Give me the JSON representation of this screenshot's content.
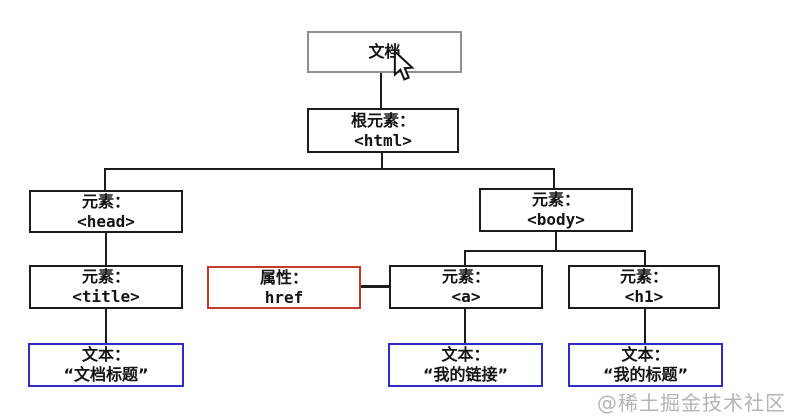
{
  "diagram": {
    "type": "dom-tree",
    "nodes": {
      "document": {
        "line1": "文档",
        "line2": ""
      },
      "html": {
        "line1": "根元素：",
        "line2": "<html>"
      },
      "head": {
        "line1": "元素：",
        "line2": "<head>"
      },
      "body": {
        "line1": "元素：",
        "line2": "<body>"
      },
      "title": {
        "line1": "元素：",
        "line2": "<title>"
      },
      "href": {
        "line1": "属性：",
        "line2": "href"
      },
      "a": {
        "line1": "元素：",
        "line2": "<a>"
      },
      "h1": {
        "line1": "元素：",
        "line2": "<h1>"
      },
      "text_title": {
        "line1": "文本：",
        "line2": "“文档标题”"
      },
      "text_link": {
        "line1": "文本：",
        "line2": "“我的链接”"
      },
      "text_heading": {
        "line1": "文本：",
        "line2": "“我的标题”"
      }
    },
    "edges": [
      "document-html",
      "html-head",
      "html-body",
      "head-title",
      "title-text_title",
      "body-a",
      "body-h1",
      "href-a",
      "a-text_link",
      "h1-text_heading"
    ],
    "colors": {
      "element_border": "#1c1c1c",
      "document_border": "#8f8f8f",
      "attribute_border": "#c53a2b",
      "text_node_border": "#2d2dc4",
      "connector": "#1c1c1c",
      "watermark": "#b4b4b4",
      "background": "#ffffff"
    }
  },
  "watermark": {
    "label": "@稀土掘金技术社区"
  }
}
